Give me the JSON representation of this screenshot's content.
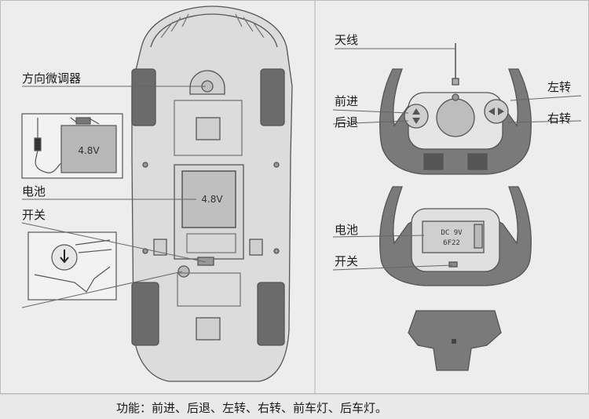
{
  "car": {
    "labels": {
      "steering_trim": "方向微调器",
      "battery": "电池",
      "switch": "开关"
    },
    "battery_pack_voltage": "4.8V",
    "inner_battery_voltage": "4.8V"
  },
  "remote": {
    "labels": {
      "antenna": "天线",
      "forward": "前进",
      "backward": "后退",
      "left": "左转",
      "right": "右转",
      "battery": "电池",
      "switch": "开关"
    },
    "battery_text_line1": "DC 9V",
    "battery_text_line2": "6F22"
  },
  "footer": {
    "functions": "功能：前进、后退、左转、右转、前车灯、后车灯。"
  }
}
